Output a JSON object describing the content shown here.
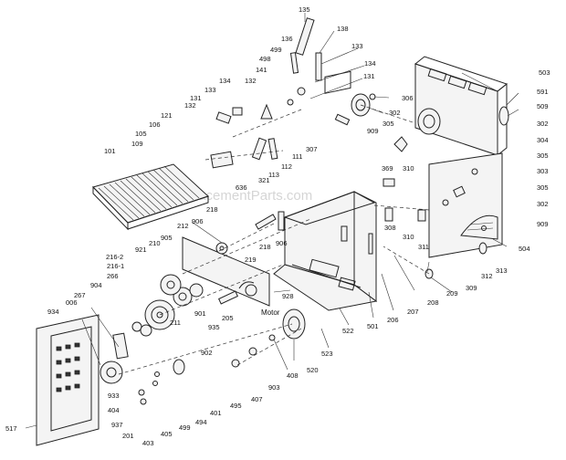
{
  "diagram": {
    "watermark": "eReplacementParts.com",
    "motor_label": "Motor",
    "part_labels": [
      {
        "name": "135"
      },
      {
        "name": "136"
      },
      {
        "name": "138"
      },
      {
        "name": "499"
      },
      {
        "name": "498"
      },
      {
        "name": "133"
      },
      {
        "name": "141"
      },
      {
        "name": "134"
      },
      {
        "name": "132"
      },
      {
        "name": "131"
      },
      {
        "name": "134"
      },
      {
        "name": "133"
      },
      {
        "name": "132"
      },
      {
        "name": "131"
      },
      {
        "name": "121"
      },
      {
        "name": "106"
      },
      {
        "name": "105"
      },
      {
        "name": "109"
      },
      {
        "name": "101"
      },
      {
        "name": "306"
      },
      {
        "name": "302"
      },
      {
        "name": "305"
      },
      {
        "name": "909"
      },
      {
        "name": "307"
      },
      {
        "name": "111"
      },
      {
        "name": "112"
      },
      {
        "name": "113"
      },
      {
        "name": "321"
      },
      {
        "name": "636"
      },
      {
        "name": "503"
      },
      {
        "name": "591"
      },
      {
        "name": "509"
      },
      {
        "name": "302"
      },
      {
        "name": "304"
      },
      {
        "name": "305"
      },
      {
        "name": "303"
      },
      {
        "name": "305"
      },
      {
        "name": "302"
      },
      {
        "name": "909"
      },
      {
        "name": "504"
      },
      {
        "name": "369"
      },
      {
        "name": "310"
      },
      {
        "name": "308"
      },
      {
        "name": "310"
      },
      {
        "name": "311"
      },
      {
        "name": "312"
      },
      {
        "name": "313"
      },
      {
        "name": "309"
      },
      {
        "name": "209"
      },
      {
        "name": "208"
      },
      {
        "name": "207"
      },
      {
        "name": "206"
      },
      {
        "name": "501"
      },
      {
        "name": "522"
      },
      {
        "name": "523"
      },
      {
        "name": "520"
      },
      {
        "name": "408"
      },
      {
        "name": "903"
      },
      {
        "name": "407"
      },
      {
        "name": "495"
      },
      {
        "name": "401"
      },
      {
        "name": "494"
      },
      {
        "name": "499"
      },
      {
        "name": "405"
      },
      {
        "name": "403"
      },
      {
        "name": "201"
      },
      {
        "name": "937"
      },
      {
        "name": "404"
      },
      {
        "name": "933"
      },
      {
        "name": "517"
      },
      {
        "name": "934"
      },
      {
        "name": "006"
      },
      {
        "name": "267"
      },
      {
        "name": "904"
      },
      {
        "name": "266"
      },
      {
        "name": "216-1"
      },
      {
        "name": "216-2"
      },
      {
        "name": "921"
      },
      {
        "name": "210"
      },
      {
        "name": "905"
      },
      {
        "name": "212"
      },
      {
        "name": "211"
      },
      {
        "name": "901"
      },
      {
        "name": "935"
      },
      {
        "name": "205"
      },
      {
        "name": "902"
      },
      {
        "name": "928"
      },
      {
        "name": "218"
      },
      {
        "name": "906"
      },
      {
        "name": "218"
      },
      {
        "name": "906"
      },
      {
        "name": "219"
      }
    ]
  }
}
